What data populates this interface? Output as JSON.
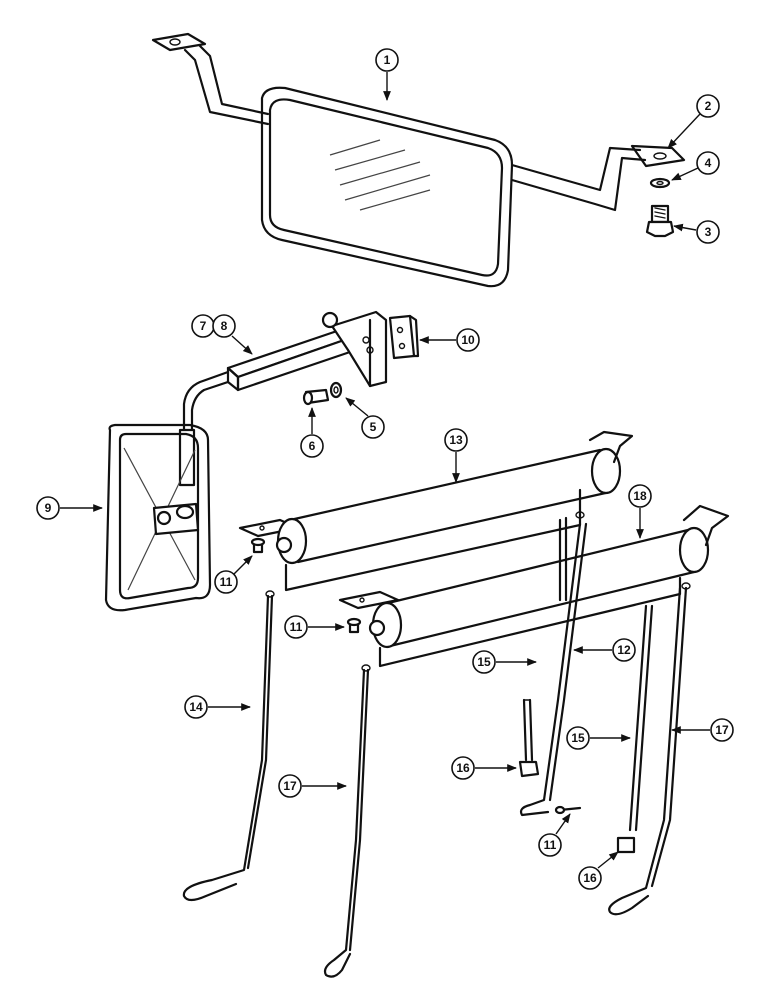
{
  "callouts": {
    "c1": "1",
    "c2": "2",
    "c3": "3",
    "c4": "4",
    "c5": "5",
    "c6": "6",
    "c7": "7",
    "c8": "8",
    "c9": "9",
    "c10": "10",
    "c11a": "11",
    "c11b": "11",
    "c11c": "11",
    "c12": "12",
    "c13": "13",
    "c14": "14",
    "c15a": "15",
    "c15b": "15",
    "c16a": "16",
    "c16b": "16",
    "c17a": "17",
    "c17b": "17",
    "c18": "18"
  }
}
